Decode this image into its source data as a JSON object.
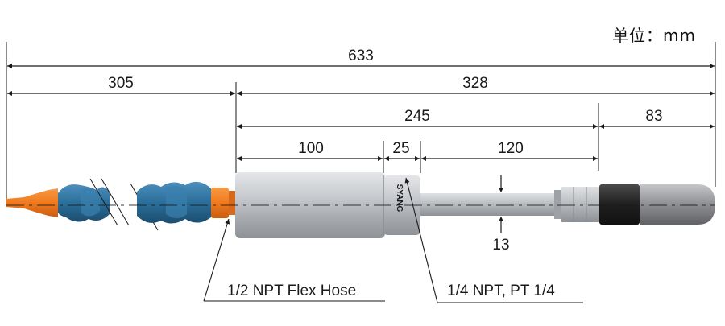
{
  "unit_label": "单位：mm",
  "brand_mark": "SYANG",
  "dimensions": {
    "overall": "633",
    "hose_length": "305",
    "nozzle_length": "328",
    "body_to_tip": "245",
    "tip_length": "83",
    "main_body": "100",
    "thread_section": "25",
    "rod_length": "120",
    "rod_diameter": "13"
  },
  "callouts": {
    "hose": "1/2 NPT Flex Hose",
    "thread": "1/4 NPT, PT 1/4"
  },
  "colors": {
    "hose_orange": "#f07a1e",
    "hose_blue": "#2b6e9a",
    "body_silver": "#b9bcc0",
    "tip_dark": "#2a2a2a",
    "tip_grey": "#8d8f92",
    "brand_blue": "#1e5aa8"
  }
}
